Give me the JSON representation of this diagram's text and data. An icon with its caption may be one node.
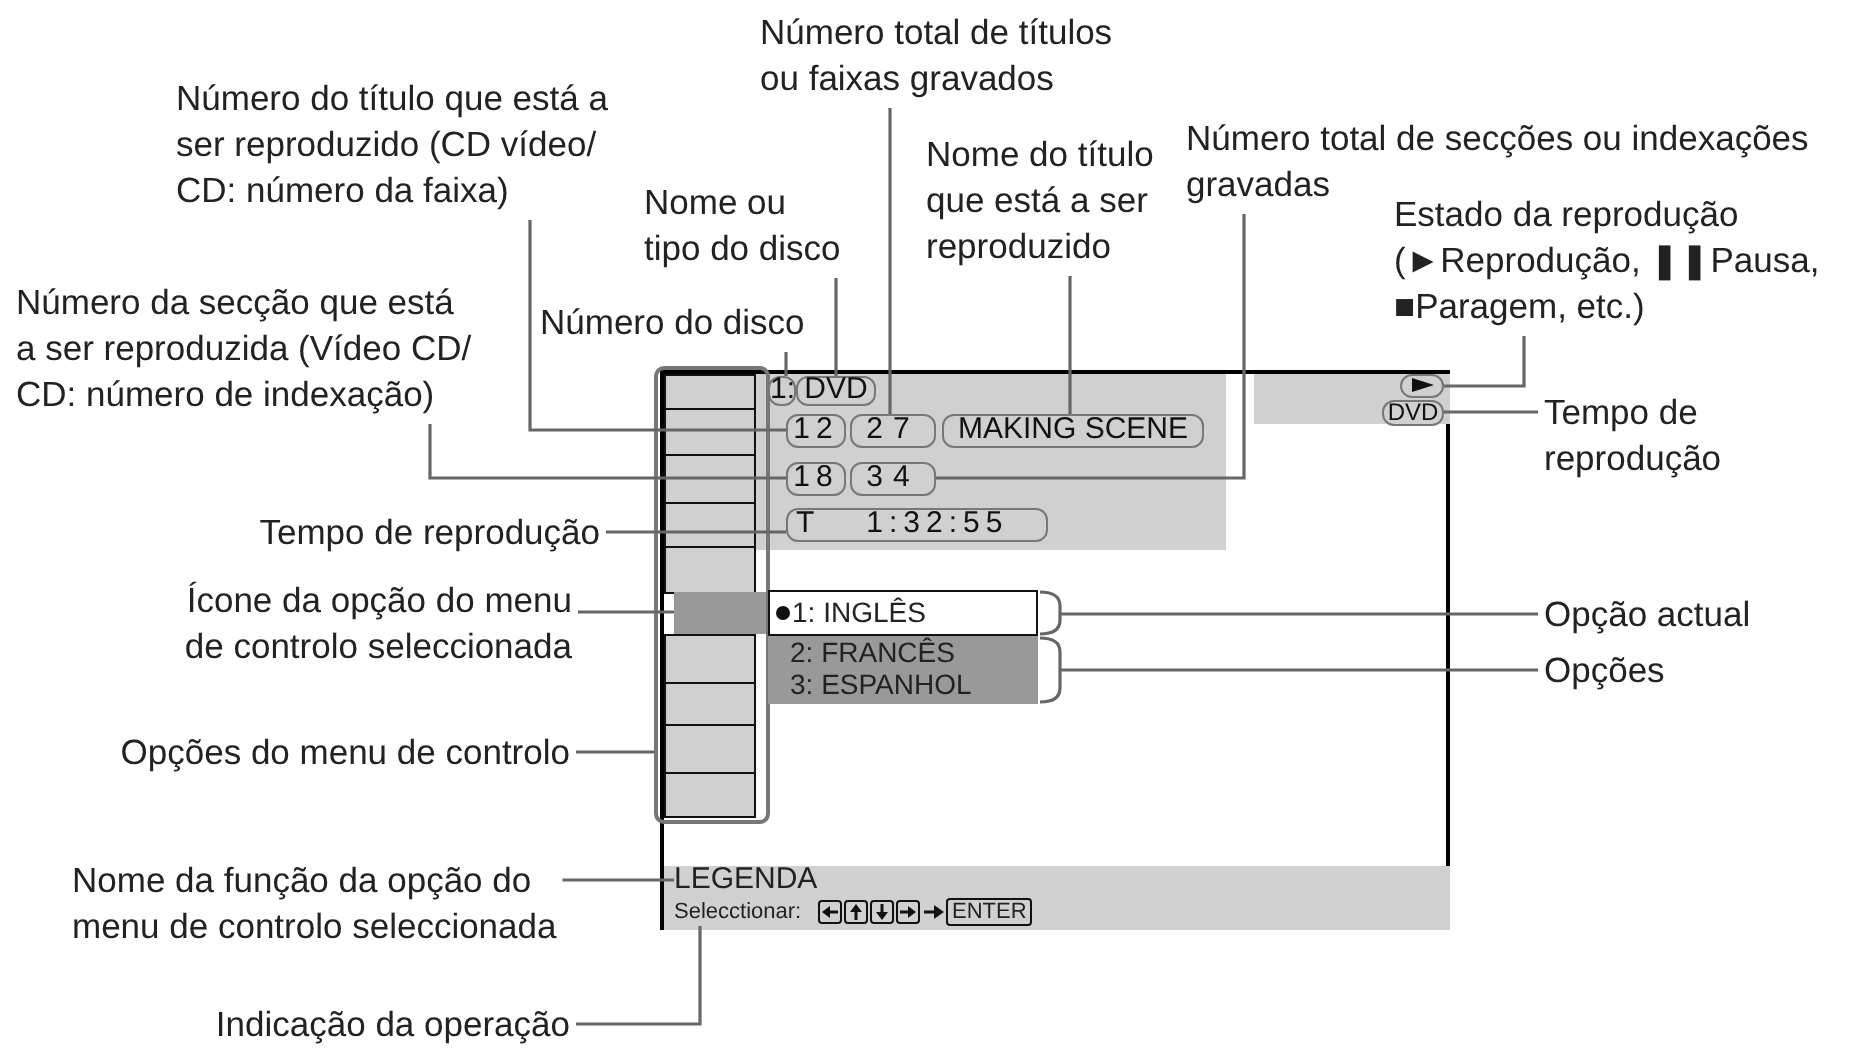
{
  "diagram": {
    "nodes": [
      {
        "text": [
          "Número total de títulos ou faixas gravados"
        ]
      },
      {
        "text": [
          "Número do título que está a ser reproduzido (CD vídeo/ CD: número da faixa)"
        ]
      },
      {
        "text": [
          "Nome do título que está a ser reproduzido"
        ]
      },
      {
        "text": [
          "Número total de secções ou indexações gravadas"
        ]
      },
      {
        "text": [
          "Nome ou tipo do disco"
        ]
      },
      {
        "text": [
          "Estado da reprodução (►Reprodução, ❚❚Pausa, ■Paragem, etc.)"
        ]
      },
      {
        "text": [
          "Número da secção que está a ser reproduzida (Vídeo CD/ CD: número de indexação)"
        ]
      },
      {
        "text": [
          "Número do disco"
        ]
      },
      {
        "text": [
          "Tempo de reprodução"
        ]
      },
      {
        "text": [
          "Tempo de reprodução"
        ]
      },
      {
        "text": [
          "Ícone da opção do menu de controlo seleccionada"
        ]
      },
      {
        "text": [
          "Opção actual"
        ]
      },
      {
        "text": [
          "Opções"
        ]
      },
      {
        "text": [
          "Opções do menu de controlo"
        ]
      },
      {
        "text": [
          "Nome da função da opção do menu de controlo seleccionada"
        ]
      },
      {
        "text": [
          "Indicação da operação"
        ]
      },
      {
        "text": [
          "1:"
        ]
      },
      {
        "text": [
          "DVD"
        ]
      },
      {
        "text": [],
        "shape": "triangle"
      },
      {
        "text": [
          "DVD"
        ]
      },
      {
        "text": [
          "12"
        ]
      },
      {
        "text": [
          "27"
        ]
      },
      {
        "text": [
          "MAKING SCENE"
        ]
      },
      {
        "text": [
          "18"
        ]
      },
      {
        "text": [
          "34"
        ]
      },
      {
        "text": [
          "T",
          "1:32:55"
        ]
      },
      {
        "text": [],
        "shape": "box"
      },
      {
        "text": [],
        "shape": "box",
        "in": 26
      },
      {
        "text": [
          "1: INGLÊS"
        ]
      },
      {
        "text": [
          "2: FRANCÊS",
          "3: ESPANHOL"
        ]
      },
      {
        "text": [
          "LEGENDA"
        ]
      },
      {
        "text": [
          "Selecctionar:"
        ]
      }
    ],
    "edges": [
      {
        "from": 0,
        "to": 21,
        "arrow": "none"
      },
      {
        "from": 1,
        "to": 20,
        "arrow": "none"
      },
      {
        "from": 2,
        "to": 22,
        "arrow": "none"
      },
      {
        "from": 3,
        "to": 24,
        "arrow": "none"
      },
      {
        "from": 4,
        "to": 17,
        "arrow": "none"
      },
      {
        "from": 5,
        "to": 18,
        "arrow": "none"
      },
      {
        "from": 6,
        "to": 23,
        "arrow": "none"
      },
      {
        "from": 7,
        "to": 16,
        "arrow": "none"
      },
      {
        "from": 8,
        "to": 19,
        "arrow": "none"
      },
      {
        "from": 9,
        "to": 25,
        "arrow": "none"
      },
      {
        "from": 10,
        "to": 27,
        "arrow": "none"
      },
      {
        "from": 11,
        "to": 28,
        "arrow": "none"
      },
      {
        "from": 12,
        "to": 29,
        "arrow": "none"
      },
      {
        "from": 13,
        "to": 26,
        "arrow": "none"
      },
      {
        "from": 14,
        "to": 30,
        "arrow": "none"
      },
      {
        "from": 15,
        "to": 31,
        "arrow": "none"
      }
    ],
    "labels": [
      "ENTER"
    ]
  }
}
